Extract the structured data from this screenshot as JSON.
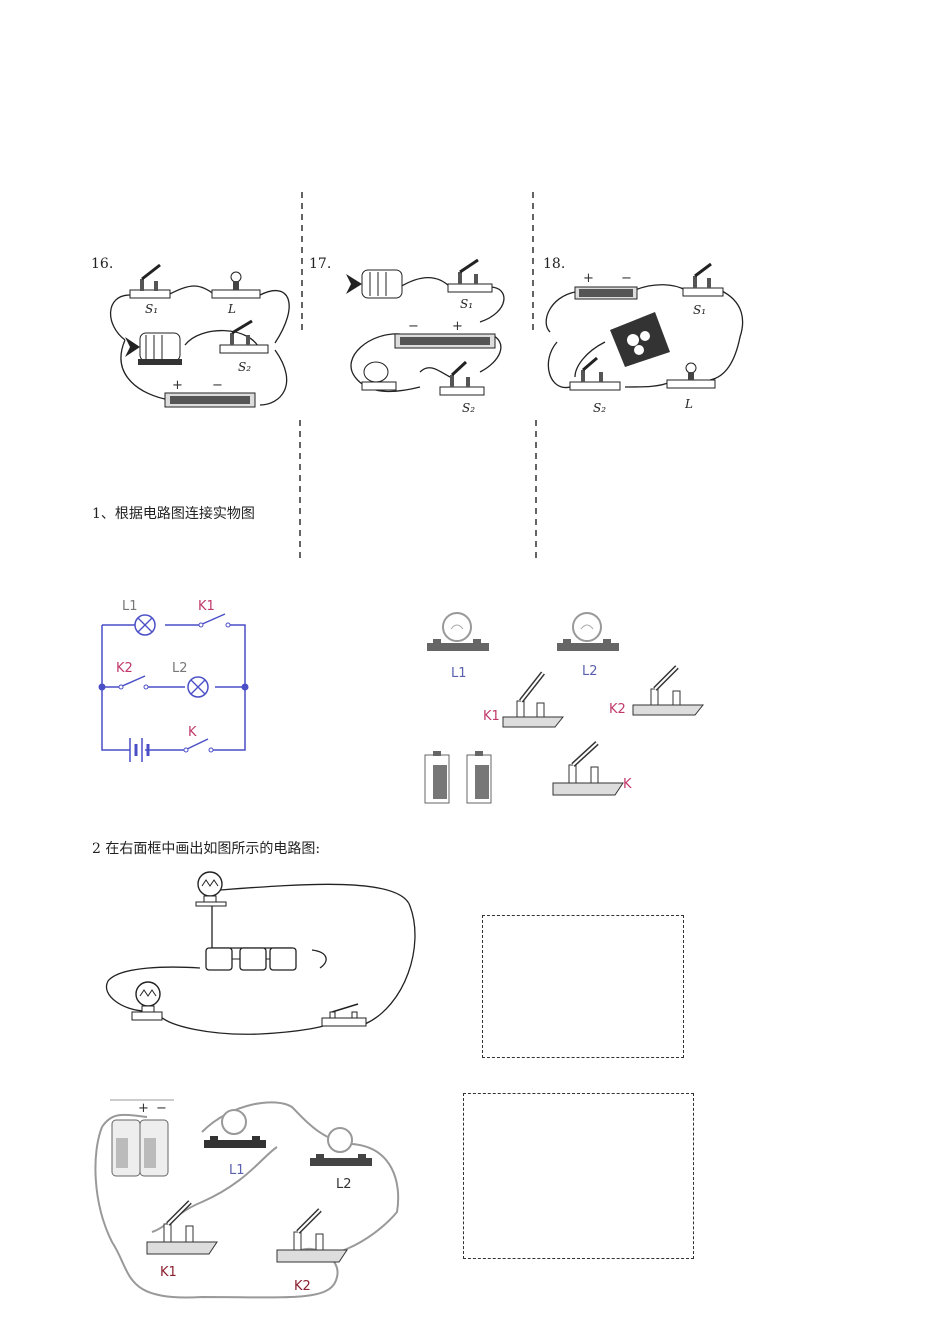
{
  "problems_top": [
    {
      "number": "16.",
      "labels": {
        "s1": "S₁",
        "l": "L",
        "s2": "S₂"
      }
    },
    {
      "number": "17.",
      "labels": {
        "s1": "S₁",
        "s2": "S₂"
      }
    },
    {
      "number": "18.",
      "labels": {
        "s1": "S₁",
        "s2": "S₂",
        "l": "L"
      }
    }
  ],
  "battery_signs": {
    "plus": "+",
    "minus": "−"
  },
  "section1": {
    "title": "1、根据电路图连接实物图",
    "schematic": {
      "l1": "L1",
      "k1": "K1",
      "k2": "K2",
      "l2": "L2",
      "k": "K"
    },
    "parts": {
      "l1": "L1",
      "l2": "L2",
      "k1": "K1",
      "k2": "K2",
      "k": "K"
    }
  },
  "section2": {
    "title": "2 在右面框中画出如图所示的电路图:",
    "lower_parts": {
      "l1": "L1",
      "l2": "L2",
      "k1": "K1",
      "k2": "K2"
    }
  }
}
